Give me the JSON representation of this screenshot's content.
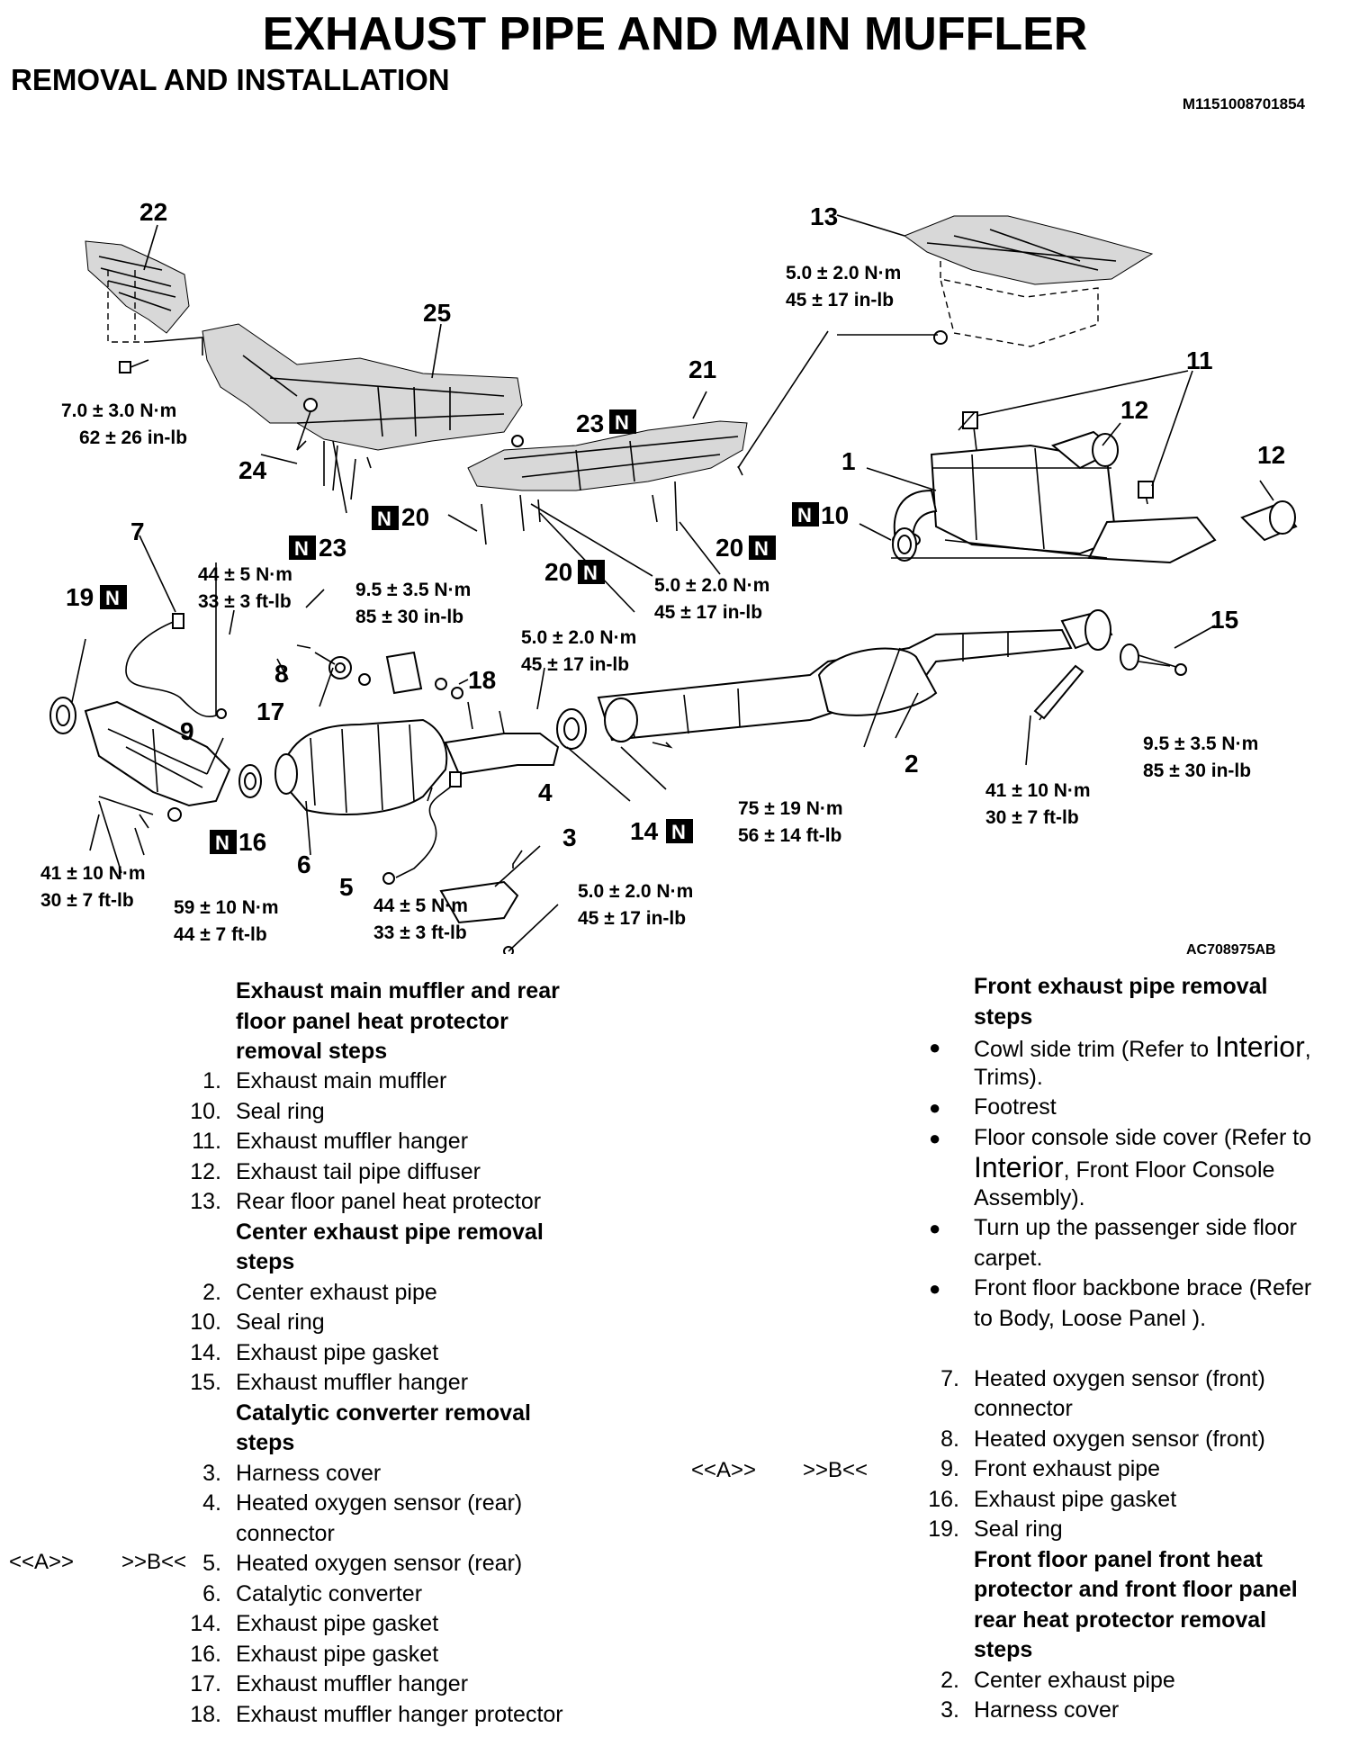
{
  "header": {
    "title": "EXHAUST PIPE AND MAIN MUFFLER",
    "subtitle": "REMOVAL AND INSTALLATION",
    "doc_code": "M1151008701854"
  },
  "figure": {
    "figure_code": "AC708975AB",
    "part_numbers": {
      "p1": "1",
      "p2": "2",
      "p3": "3",
      "p4": "4",
      "p5": "5",
      "p6": "6",
      "p7": "7",
      "p8": "8",
      "p9": "9",
      "p10": "10",
      "p11": "11",
      "p12a": "12",
      "p12b": "12",
      "p13": "13",
      "p14": "14",
      "p15": "15",
      "p16": "16",
      "p17": "17",
      "p18": "18",
      "p19": "19",
      "p20a": "20",
      "p20b": "20",
      "p20c": "20",
      "p21": "21",
      "p22": "22",
      "p23a": "23",
      "p23b": "23",
      "p24": "24",
      "p25": "25"
    },
    "new_part_mark": "N",
    "torques": {
      "t_top_right": [
        "5.0 ± 2.0 N·m",
        "45 ± 17 in-lb"
      ],
      "t_left_top": [
        "7.0 ± 3.0 N·m",
        "62 ± 26 in-lb"
      ],
      "t_44a": [
        "44 ± 5 N·m",
        "33 ± 3 ft-lb"
      ],
      "t_95a": [
        "9.5 ± 3.5 N·m",
        "85 ± 30 in-lb"
      ],
      "t_5c": [
        "5.0 ± 2.0 N·m",
        "45 ± 17 in-lb"
      ],
      "t_5b": [
        "5.0 ± 2.0 N·m",
        "45 ± 17 in-lb"
      ],
      "t_95b": [
        "9.5 ± 3.5 N·m",
        "85 ± 30 in-lb"
      ],
      "t_41b": [
        "41 ± 10 N·m",
        "30 ± 7 ft-lb"
      ],
      "t_75": [
        "75 ± 19 N·m",
        "56 ± 14 ft-lb"
      ],
      "t_41a": [
        "41 ± 10 N·m",
        "30 ± 7 ft-lb"
      ],
      "t_59": [
        "59 ± 10 N·m",
        "44 ± 7 ft-lb"
      ],
      "t_44b": [
        "44 ± 5 N·m",
        "33 ± 3 ft-lb"
      ],
      "t_5d": [
        "5.0 ± 2.0 N·m",
        "45 ± 17 in-lb"
      ]
    }
  },
  "left_steps": {
    "h1": [
      "Exhaust main muffler and rear",
      "floor panel heat protector",
      "removal steps"
    ],
    "g1": [
      {
        "n": "1.",
        "t": "Exhaust main muffler"
      },
      {
        "n": "10.",
        "t": "Seal ring"
      },
      {
        "n": "11.",
        "t": "Exhaust muffler hanger"
      },
      {
        "n": "12.",
        "t": "Exhaust tail pipe diffuser"
      },
      {
        "n": "13.",
        "t": "Rear floor panel heat protector"
      }
    ],
    "h2": [
      "Center exhaust pipe removal",
      "steps"
    ],
    "g2": [
      {
        "n": "2.",
        "t": "Center exhaust pipe"
      },
      {
        "n": "10.",
        "t": "Seal ring"
      },
      {
        "n": "14.",
        "t": "Exhaust pipe gasket"
      },
      {
        "n": "15.",
        "t": "Exhaust muffler hanger"
      }
    ],
    "h3": [
      "Catalytic converter removal",
      "steps"
    ],
    "g3": [
      {
        "n": "3.",
        "t": "Harness cover"
      },
      {
        "n": "4.",
        "t": "Heated oxygen sensor (rear)",
        "t2": "connector"
      },
      {
        "n": "5.",
        "t": "Heated oxygen sensor (rear)"
      },
      {
        "n": "6.",
        "t": "Catalytic converter"
      },
      {
        "n": "14.",
        "t": "Exhaust pipe gasket"
      },
      {
        "n": "16.",
        "t": "Exhaust pipe gasket"
      },
      {
        "n": "17.",
        "t": "Exhaust muffler hanger"
      },
      {
        "n": "18.",
        "t": "Exhaust muffler hanger protector"
      }
    ],
    "marker_a": "<<A>>",
    "marker_b": ">>B<<"
  },
  "right_steps": {
    "h1": [
      "Front exhaust pipe removal",
      "steps"
    ],
    "bullets": {
      "b1a": "Cowl side trim (Refer to ",
      "b1link": "Interior",
      "b1b": ",",
      "b1c": "Trims).",
      "b2": "Footrest",
      "b3a": "Floor console side cover (Refer to",
      "b3link": "Interior",
      "b3b": ", Front Floor Console",
      "b3c": "Assembly).",
      "b4a": "Turn up the passenger side floor",
      "b4b": "carpet.",
      "b5a": "Front floor backbone brace (Refer",
      "b5b": "to Body, Loose Panel )."
    },
    "g1": [
      {
        "n": "7.",
        "t": "Heated oxygen sensor (front)",
        "t2": "connector"
      },
      {
        "n": "8.",
        "t": "Heated oxygen sensor (front)"
      },
      {
        "n": "9.",
        "t": "Front exhaust pipe"
      },
      {
        "n": "16.",
        "t": "Exhaust pipe gasket"
      },
      {
        "n": "19.",
        "t": "Seal ring"
      }
    ],
    "h2": [
      "Front floor panel front heat",
      "protector and front floor panel",
      "rear heat protector removal",
      "steps"
    ],
    "g2": [
      {
        "n": "2.",
        "t": "Center exhaust pipe"
      },
      {
        "n": "3.",
        "t": "Harness cover"
      }
    ],
    "marker_a": "<<A>>",
    "marker_b": ">>B<<"
  }
}
